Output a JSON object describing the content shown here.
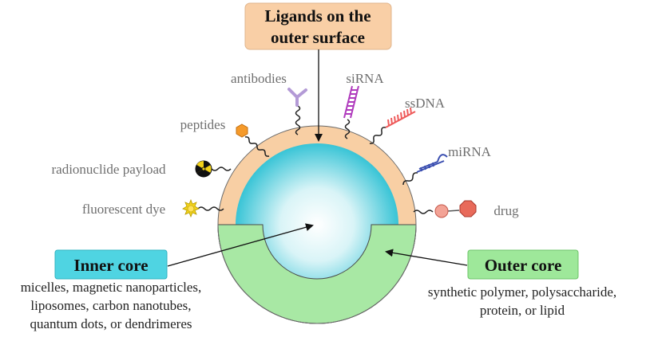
{
  "ligands_box": {
    "line1": "Ligands on the",
    "line2": "outer surface"
  },
  "ligands": {
    "antibodies": "antibodies",
    "sirna": "siRNA",
    "ssdna": "ssDNA",
    "peptides": "peptides",
    "mirna": "miRNA",
    "radionuclide": "radionuclide payload",
    "fluorescent": "fluorescent dye",
    "drug": "drug"
  },
  "inner_core": {
    "title": "Inner core",
    "lines": [
      "micelles, magnetic nanoparticles,",
      "liposomes, carbon nanotubes,",
      "quantum dots, or dendrimeres"
    ]
  },
  "outer_core": {
    "title": "Outer core",
    "lines": [
      "synthetic polymer, polysaccharide,",
      "protein, or lipid"
    ]
  },
  "colors": {
    "ligand_box": "#f9cfa6",
    "inner_box": "#4fd4e2",
    "outer_box": "#9ee89a",
    "outer_shell": "#f8cfa4",
    "outer_core_fill": "#a8e8a4",
    "inner_core_center": "#ffffff",
    "inner_core_edge": "#3fc8d9",
    "antibody": "#b39ad6",
    "sirna": "#b03bbd",
    "ssdna": "#ee5a5a",
    "mirna": "#3b4fb0",
    "peptide": "#f59a2a",
    "drug": "#e86a5a",
    "fluorescent": "#f2d21a"
  }
}
